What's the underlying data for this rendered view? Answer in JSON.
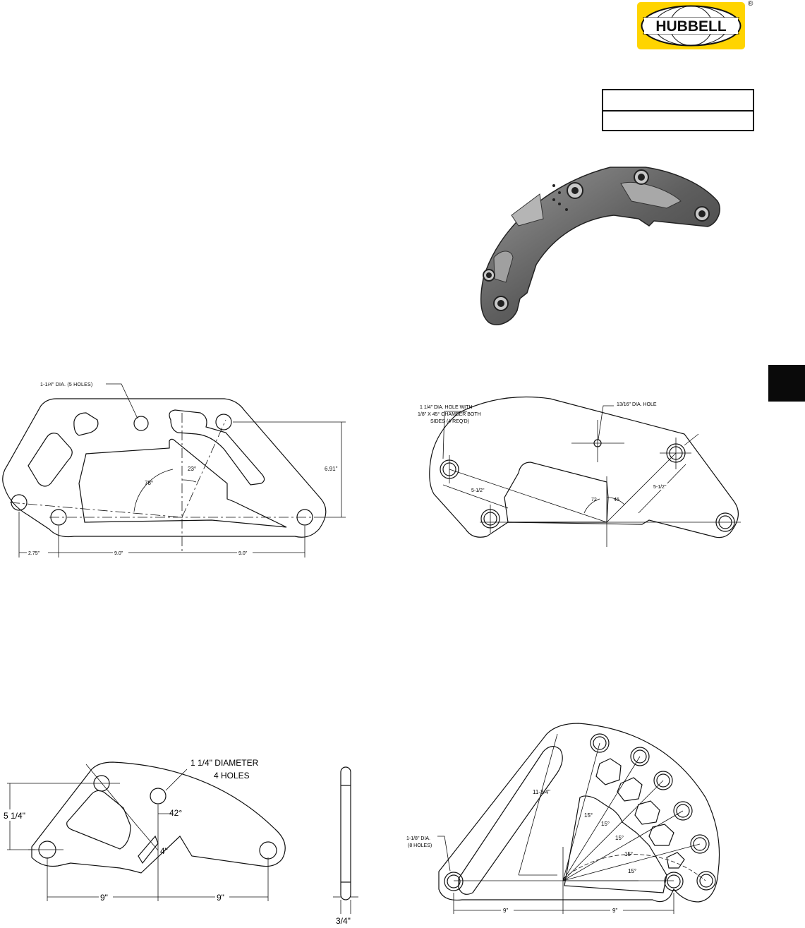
{
  "brand": {
    "name": "HUBBELL",
    "registered": "®",
    "color": "#ffd400"
  },
  "tab_marker_color": "#0a0a0a",
  "drawing1": {
    "hole_note": "1-1/4\" DIA. (5 HOLES)",
    "angle_a": "78°",
    "angle_b": "23°",
    "height": "6.91\"",
    "dim_left": "2.75\"",
    "dim_mid": "9.0\"",
    "dim_right": "9.0\""
  },
  "drawing2": {
    "hole_note_line1": "1 1/4\" DIA. HOLE WITH",
    "hole_note_line2": "1/8\" X 45° CHAMBER BOTH",
    "hole_note_line3": "SIDES (4 REQ'D)",
    "small_hole_note": "13/16\" DIA. HOLE",
    "dim_left": "5-1/2\"",
    "dim_right": "5-1/2\"",
    "angle_a": "72",
    "angle_b": "45"
  },
  "drawing3": {
    "hole_note_line1": "1 1/4\" DIAMETER",
    "hole_note_line2": "4 HOLES",
    "height": "5 1/4\"",
    "angle": "42°",
    "dim_slot": "4\"",
    "dim_left": "9\"",
    "dim_right": "9\"",
    "thickness": "3/4\""
  },
  "drawing4": {
    "hole_note_line1": "1-1/8\" DIA.",
    "hole_note_line2": "(8 HOLES)",
    "radius": "11-3/4\"",
    "angles": [
      "15°",
      "15°",
      "15°",
      "15°",
      "15°"
    ],
    "dim_left": "9\"",
    "dim_right": "9\""
  }
}
